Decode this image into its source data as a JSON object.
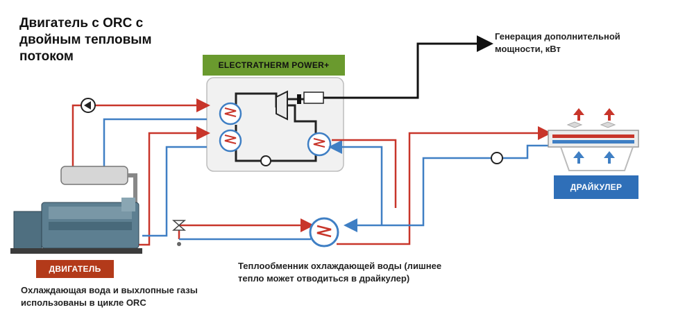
{
  "title": "Двигатель с ORC с двойным тепловым потоком",
  "orc_unit_label": "ELECTRATHERM POWER+",
  "generation_label": "Генерация дополнительной мощности, кВт",
  "drycooler_label": "ДРАЙКУЛЕР",
  "engine_label": "ДВИГАТЕЛЬ",
  "engine_caption": "Охлаждающая вода и выхлопные газы использованы в цикле ORC",
  "heat_exchanger_caption": "Теплообменник охлаждающей воды (лишнее тепло может отводиться в драйкулер)",
  "colors": {
    "hot_line": "#c8352a",
    "cold_line": "#3f7fc4",
    "orc_line": "#222222",
    "orc_box_fill": "#f1f1f1",
    "orc_badge": "#6a9a2e",
    "drycooler_badge": "#2f6fb8",
    "engine_badge": "#b33a1a"
  }
}
